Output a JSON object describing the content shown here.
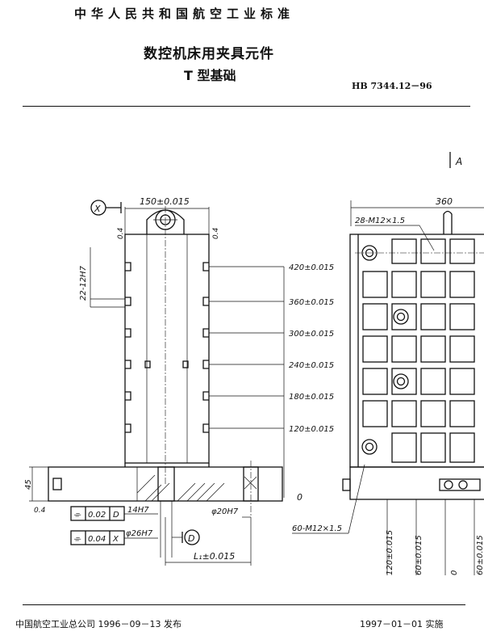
{
  "header": {
    "standard_title": "中华人民共和国航空工业标准",
    "title_line1": "数控机床用夹具元件",
    "title_line2": "T 型基础",
    "standard_code": "HB 7344.12－96"
  },
  "drawing": {
    "left_view": {
      "top_width_dim": "150±0.015",
      "slot_width_dim": "22-12H7",
      "height_dims": [
        "420±0.015",
        "360±0.015",
        "300±0.015",
        "240±0.015",
        "180±0.015",
        "120±0.015"
      ],
      "base_height_dim": "45",
      "zero_label": "0",
      "datum_x": "X",
      "datum_d": "D",
      "flatness_left": "0.4",
      "flatness_right": "0.4",
      "surface_finish_bottom": "0.4",
      "tolerance_frame_1": {
        "symbol": "⌯",
        "value": "0.02",
        "datum": "D"
      },
      "tolerance_frame_2": {
        "symbol": "⌯",
        "value": "0.04",
        "datum": "X"
      },
      "hole_14h7": "14H7",
      "hole_26h7": "φ26H7",
      "hole_20h7": "φ20H7",
      "length_dim": "L₁±0.015"
    },
    "right_view": {
      "section_marker": "A",
      "width_dim": "360",
      "thread_top": "28-M12×1.5",
      "thread_bottom": "60-M12×1.5",
      "bottom_dims": [
        "120±0.015",
        "60±0.015",
        "0",
        "60±0.015"
      ]
    }
  },
  "footer": {
    "publisher": "中国航空工业总公司 1996－09－13 发布",
    "effective": "1997－01－01 实施"
  }
}
